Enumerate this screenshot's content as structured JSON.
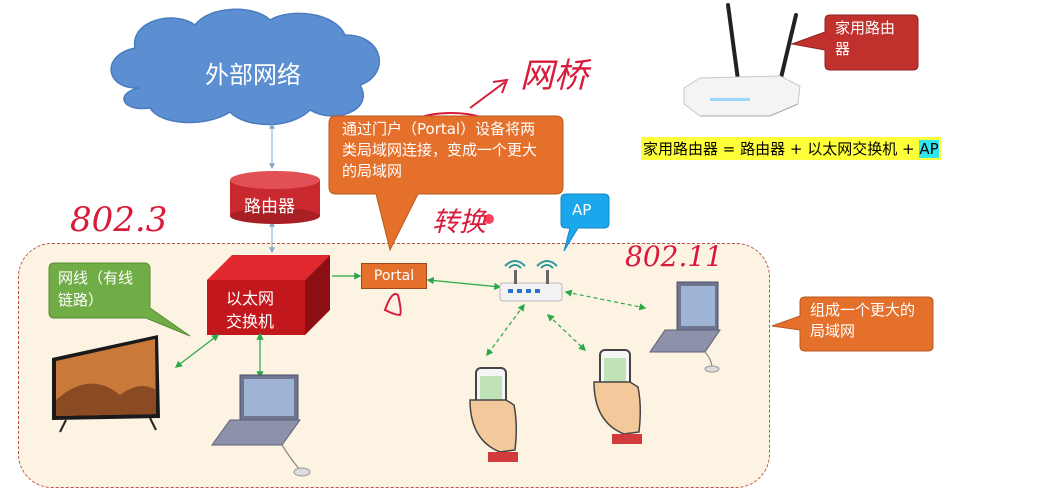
{
  "cloud": {
    "label": "外部网络"
  },
  "router": {
    "label": "路由器"
  },
  "switch": {
    "line1": "以太网",
    "line2": "交换机"
  },
  "portal": {
    "label": "Portal"
  },
  "ap_callout": {
    "label": "AP"
  },
  "portal_callout": {
    "text": "通过门户（Portal）设备将两类局域网连接，变成一个更大的局域网"
  },
  "cable_callout": {
    "text": "网线（有线链路）"
  },
  "lan_callout": {
    "text": "组成一个更大的局域网"
  },
  "home_router_callout": {
    "text": "家用路由器"
  },
  "formula": {
    "main": "家用路由器 = 路由器 + 以太网交换机 + ",
    "ap": "AP"
  },
  "handwriting": {
    "bridge": "网桥",
    "convert": "转换",
    "wired_std": "802.3",
    "wireless_std": "802.11"
  },
  "colors": {
    "callout_orange": "#e4702c",
    "callout_green": "#71ad47",
    "callout_red": "#c0302c",
    "cloud_blue": "#5b8fd2",
    "router_red": "#c9282e",
    "switch_red": "#c2181d",
    "ap_blue": "#1aa7ec",
    "link_green": "#2aa84a"
  }
}
